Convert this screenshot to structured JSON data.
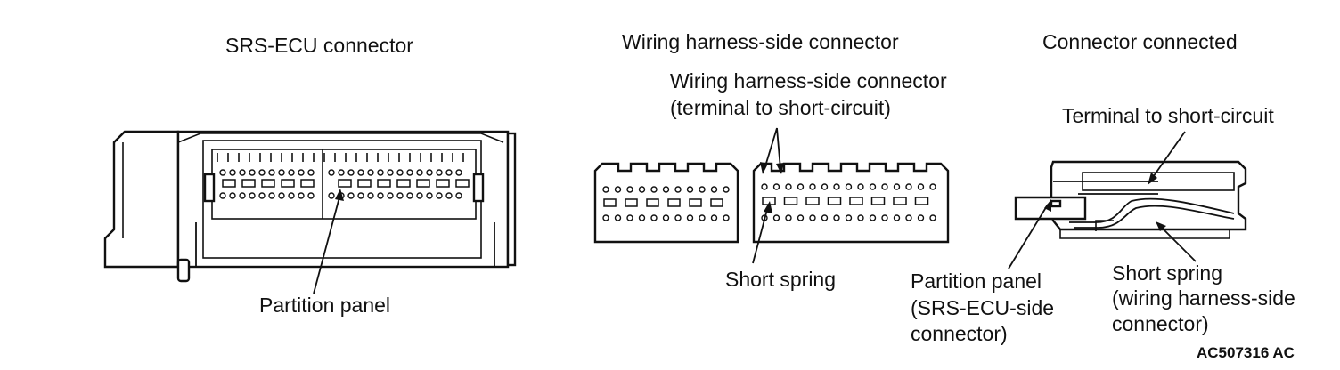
{
  "sections": {
    "srs_ecu": {
      "heading": "SRS-ECU connector",
      "callout": "Partition panel"
    },
    "harness": {
      "heading": "Wiring harness-side connector",
      "callout_top_line1": "Wiring harness-side connector",
      "callout_top_line2": "(terminal to short-circuit)",
      "callout_bottom": "Short spring"
    },
    "connected": {
      "heading": "Connector connected",
      "callout_terminal": "Terminal to short-circuit",
      "callout_partition_line1": "Partition panel",
      "callout_partition_line2": "(SRS-ECU-side",
      "callout_partition_line3": "connector)",
      "callout_spring_line1": "Short spring",
      "callout_spring_line2": "(wiring harness-side",
      "callout_spring_line3": "connector)"
    }
  },
  "figure_code": "AC507316 AC"
}
